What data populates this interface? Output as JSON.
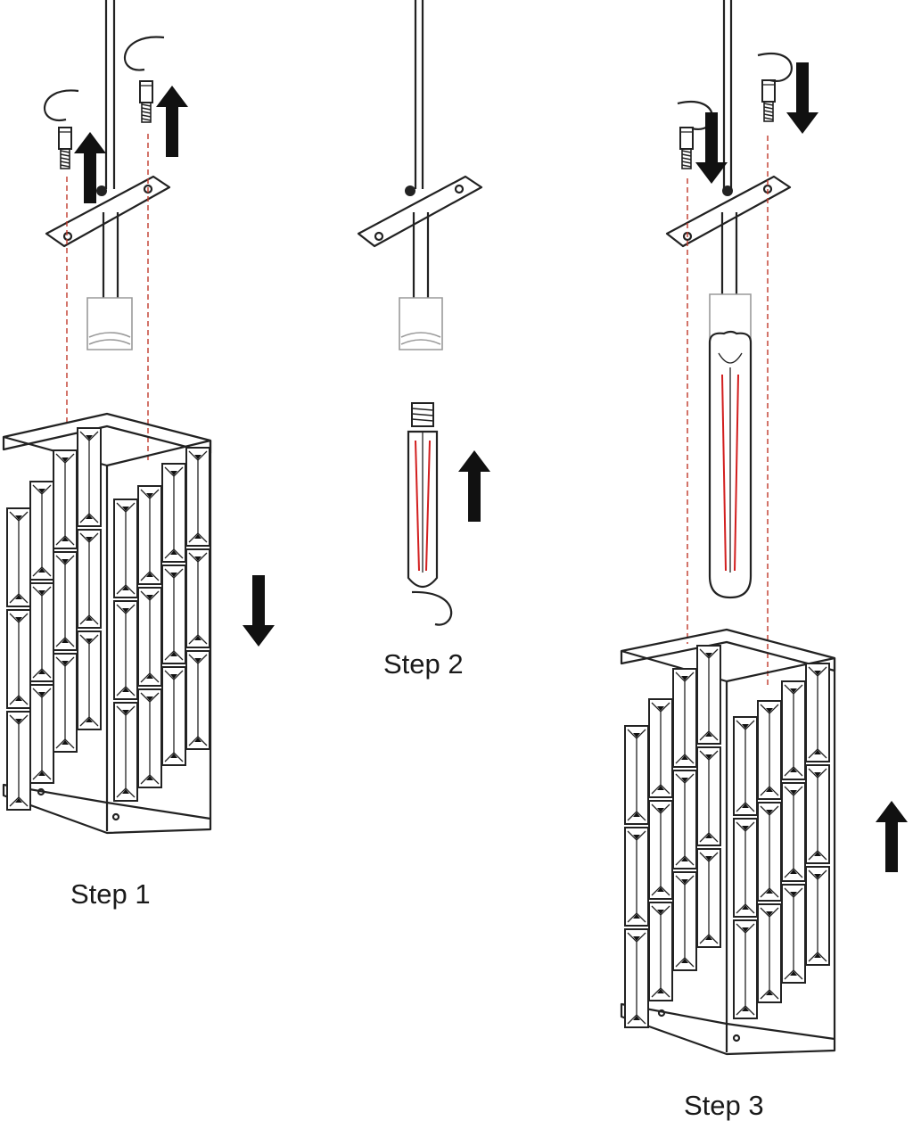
{
  "steps": [
    {
      "label": "Step 1"
    },
    {
      "label": "Step 2"
    },
    {
      "label": "Step 3"
    }
  ],
  "colors": {
    "line": "#222222",
    "guide": "#c0392b",
    "filament": "#d21f1f"
  }
}
